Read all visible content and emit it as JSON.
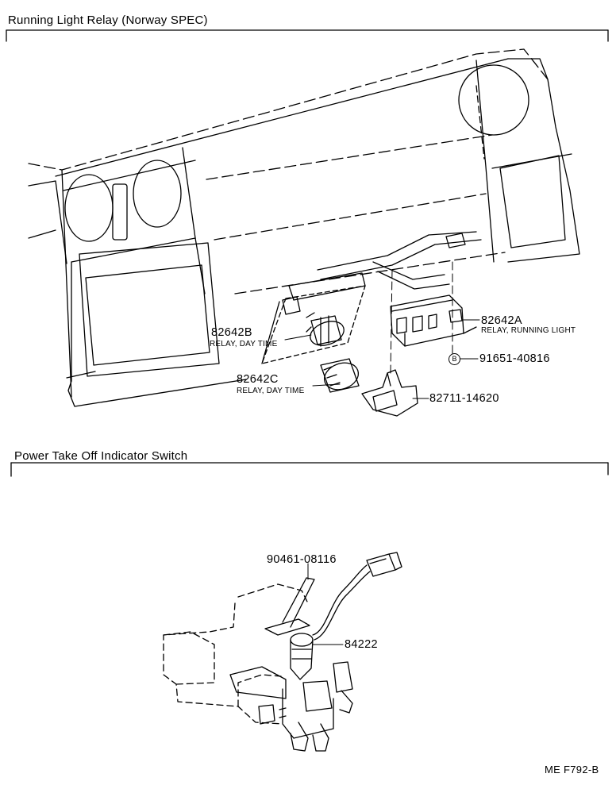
{
  "sections": [
    {
      "title": "Running Light Relay (Norway SPEC)",
      "parts": [
        {
          "number": "82642B",
          "desc": "RELAY, DAY TIME"
        },
        {
          "number": "82642C",
          "desc": "RELAY, DAY TIME"
        },
        {
          "number": "82642A",
          "desc": "RELAY, RUNNING LIGHT"
        },
        {
          "number": "91651-40816",
          "marker": "B"
        },
        {
          "number": "82711-14620"
        }
      ]
    },
    {
      "title": "Power Take Off Indicator Switch",
      "parts": [
        {
          "number": "90461-08116"
        },
        {
          "number": "84222"
        }
      ]
    }
  ],
  "footer_code": "ME F792-B"
}
